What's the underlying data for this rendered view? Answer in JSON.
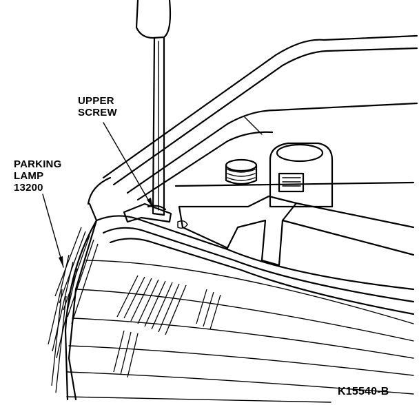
{
  "labels": {
    "upper_screw_line1": "UPPER",
    "upper_screw_line2": "SCREW",
    "parking_lamp_line1": "PARKING",
    "parking_lamp_line2": "LAMP",
    "parking_lamp_line3": "13200",
    "figure_code": "K15540-B"
  }
}
